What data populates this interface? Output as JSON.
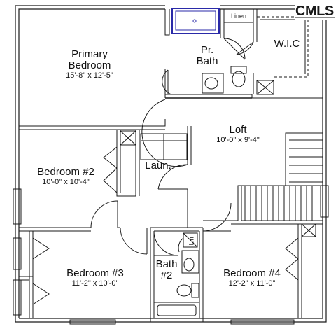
{
  "rooms": {
    "primary_bedroom": {
      "name_line1": "Primary",
      "name_line2": "Bedroom",
      "dims": "15'-8\" x 12'-5\""
    },
    "primary_bath": {
      "name_line1": "Pr.",
      "name_line2": "Bath"
    },
    "linen": {
      "name": "Linen"
    },
    "wic": {
      "name": "W.I.C"
    },
    "loft": {
      "name": "Loft",
      "dims": "10'-0\" x 9'-4\""
    },
    "bedroom2": {
      "name": "Bedroom #2",
      "dims": "10'-0\" x 10'-4\""
    },
    "laundry": {
      "name": "Laun."
    },
    "bath2": {
      "name_line1": "Bath",
      "name_line2": "#2"
    },
    "linen_small": {
      "name": "Lin"
    },
    "bedroom3": {
      "name": "Bedroom #3",
      "dims": "11'-2\" x 10'-0\""
    },
    "bedroom4": {
      "name": "Bedroom #4",
      "dims": "12'-2\" x 11'-0\""
    }
  },
  "logo": {
    "text": "CMLS"
  },
  "colors": {
    "wall": "#1a1a1a",
    "shower_highlight": "#2a2aa8",
    "background": "#ffffff"
  }
}
